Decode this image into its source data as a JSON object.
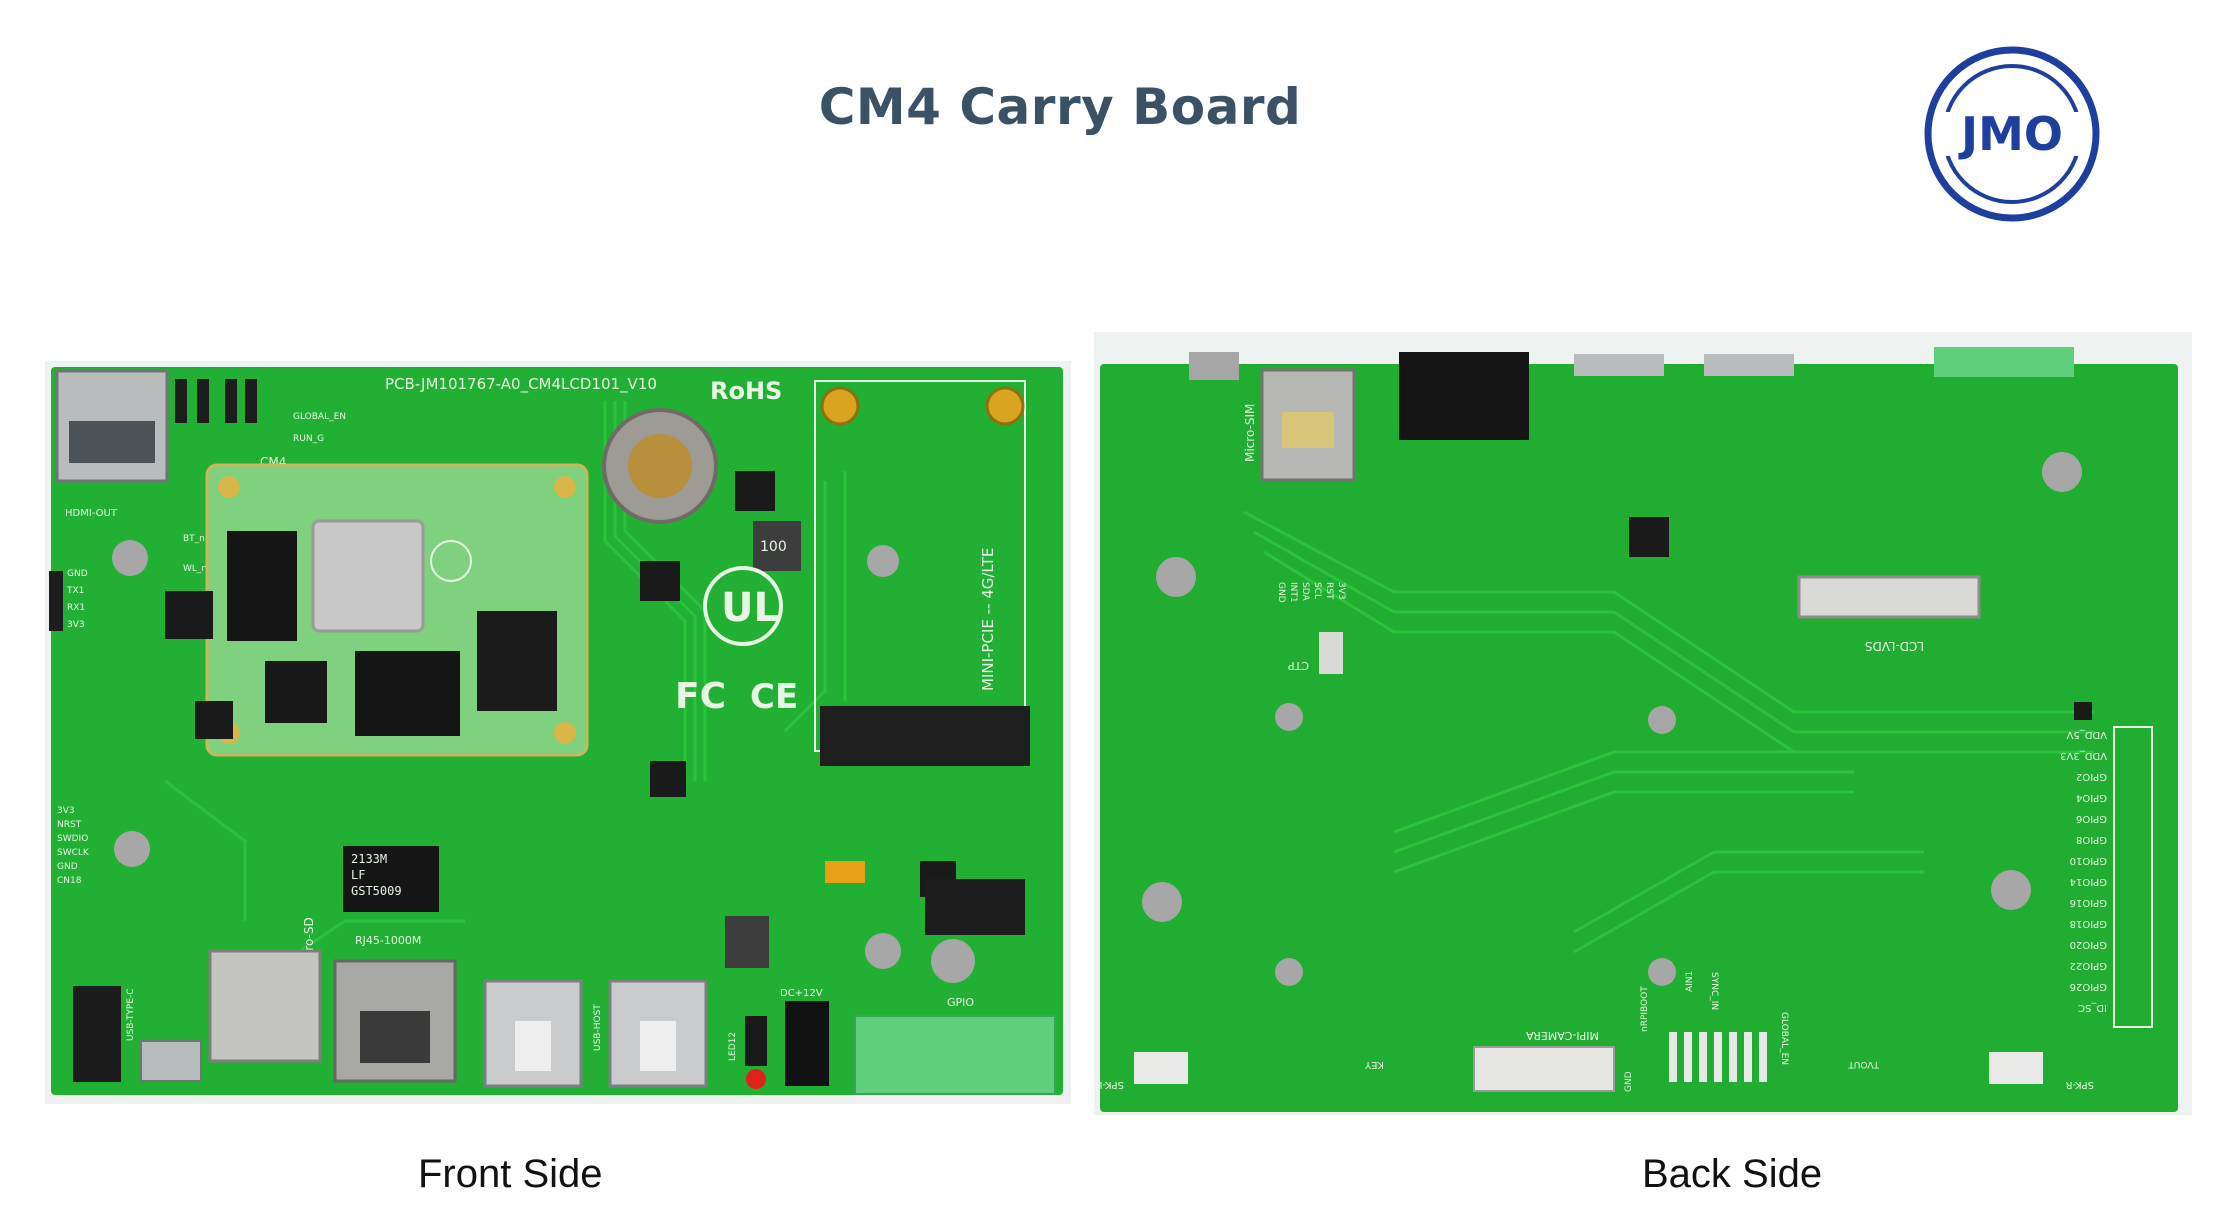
{
  "page": {
    "title": "CM4 Carry Board"
  },
  "logo": {
    "text": "JMO",
    "color": "#1f3f9f"
  },
  "front": {
    "caption": "Front Side",
    "silkscreen": {
      "pcb_id": "PCB-JM101767-A0_CM4LCD101_V10",
      "rohs": "RoHS",
      "cm4": "CM4",
      "mini_pcie": "MINI-PCIE -- 4G/LTE",
      "micro_sd": "Micro-SD",
      "rj45": "RJ45-1000M",
      "usb_host": "USB-HOST",
      "led": "LED12",
      "dc": "DC+12V",
      "gpio": "GPIO",
      "hdmi": "HDMI-OUT",
      "usb_type_c": "USB-TYPE-C",
      "bt_disable": "BT_nDISABLE",
      "wl_disable": "WL_nDISABLE",
      "global_en": "GLOBAL_EN",
      "run_g": "RUN_G",
      "uart_pins": [
        "GND",
        "TX1",
        "RX1",
        "3V3"
      ],
      "swd_pins": [
        "3V3",
        "NRST",
        "SWDIO",
        "SWCLK",
        "GND",
        "CN18"
      ],
      "lan_chip": [
        "2133M",
        "LF",
        "GST5009"
      ],
      "fcc": "FC",
      "ce": "CE",
      "ul": "UL",
      "inductor": "100"
    },
    "colors": {
      "pcb": "#22b034",
      "pcb_dark": "#1a8f2a",
      "trace": "#2bc23c"
    }
  },
  "back": {
    "caption": "Back Side",
    "silkscreen": {
      "micro_sim": "Micro-SIM",
      "lcd_lvds": "LCD-LVDS",
      "ctp": "CTP",
      "ctp_pins": [
        "GND",
        "INT1",
        "SDA",
        "SCL",
        "RST",
        "3V3"
      ],
      "mipi_camera": "MIPI-CAMERA",
      "key": "KEY",
      "spk_l": "SPK-L",
      "spk_r": "SPK-R",
      "sync_in": "SYNC_IN",
      "global_en": "GLOBAL_EN",
      "nrpiboot": "nRPIBOOT",
      "gnd": "GND",
      "tvout": "TVOUT",
      "ain1": "AIN1",
      "gpio_header": [
        "VDD_5V",
        "VDD_3V3",
        "GPIO2",
        "GPIO4",
        "GPIO6",
        "GPIO8",
        "GPIO10",
        "GPIO14",
        "GPIO16",
        "GPIO18",
        "GPIO20",
        "GPIO22",
        "GPIO26",
        "ID_SC"
      ]
    }
  }
}
